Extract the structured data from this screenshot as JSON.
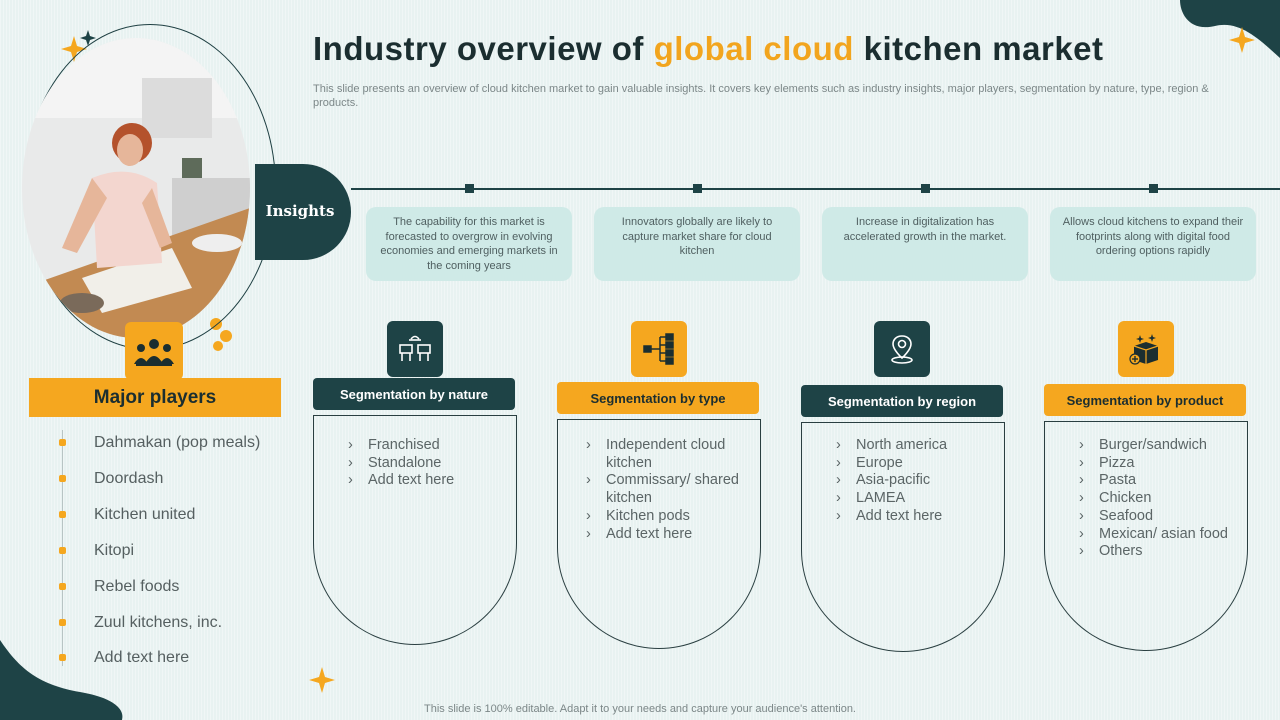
{
  "header": {
    "title_part1": "Industry overview of ",
    "title_highlight": "global cloud",
    "title_part2": " kitchen market",
    "subtitle": "This slide presents an overview of cloud kitchen market to gain valuable insights. It covers key elements such as industry insights, major players, segmentation by nature, type, region & products."
  },
  "insights": {
    "label": "Insights",
    "cards": [
      "The capability for this market is forecasted to overgrow in evolving economies and emerging markets in the coming years",
      "Innovators globally are likely to capture market share for cloud kitchen",
      "Increase in digitalization has accelerated growth in the market.",
      "Allows cloud kitchens to expand their footprints along with digital food ordering options rapidly"
    ]
  },
  "major_players": {
    "label": "Major players",
    "icon": "team-icon",
    "items": [
      "Dahmakan (pop meals)",
      "Doordash",
      "Kitchen united",
      "Kitopi",
      "Rebel foods",
      "Zuul kitchens, inc.",
      "Add text here"
    ]
  },
  "segments": [
    {
      "title": "Segmentation  by nature",
      "icon": "restaurant-icon",
      "items": [
        "Franchised",
        "Standalone",
        "Add text here"
      ]
    },
    {
      "title": "Segmentation  by type",
      "icon": "hierarchy-icon",
      "items": [
        "Independent cloud kitchen",
        "Commissary/ shared kitchen",
        "Kitchen pods",
        "Add text here"
      ]
    },
    {
      "title": "Segmentation  by region",
      "icon": "location-pin-icon",
      "items": [
        "North america",
        "Europe",
        "Asia-pacific",
        "LAMEA",
        "Add text here"
      ]
    },
    {
      "title": "Segmentation  by product",
      "icon": "product-box-icon",
      "items": [
        "Burger/sandwich",
        "Pizza",
        "Pasta",
        "Chicken",
        "Seafood",
        "Mexican/ asian food",
        "Others"
      ]
    }
  ],
  "footer": "This slide is 100% editable. Adapt it to your needs and capture your audience's attention.",
  "colors": {
    "accent": "#f5a71f",
    "dark": "#1e4346",
    "card": "#cfeae7"
  }
}
